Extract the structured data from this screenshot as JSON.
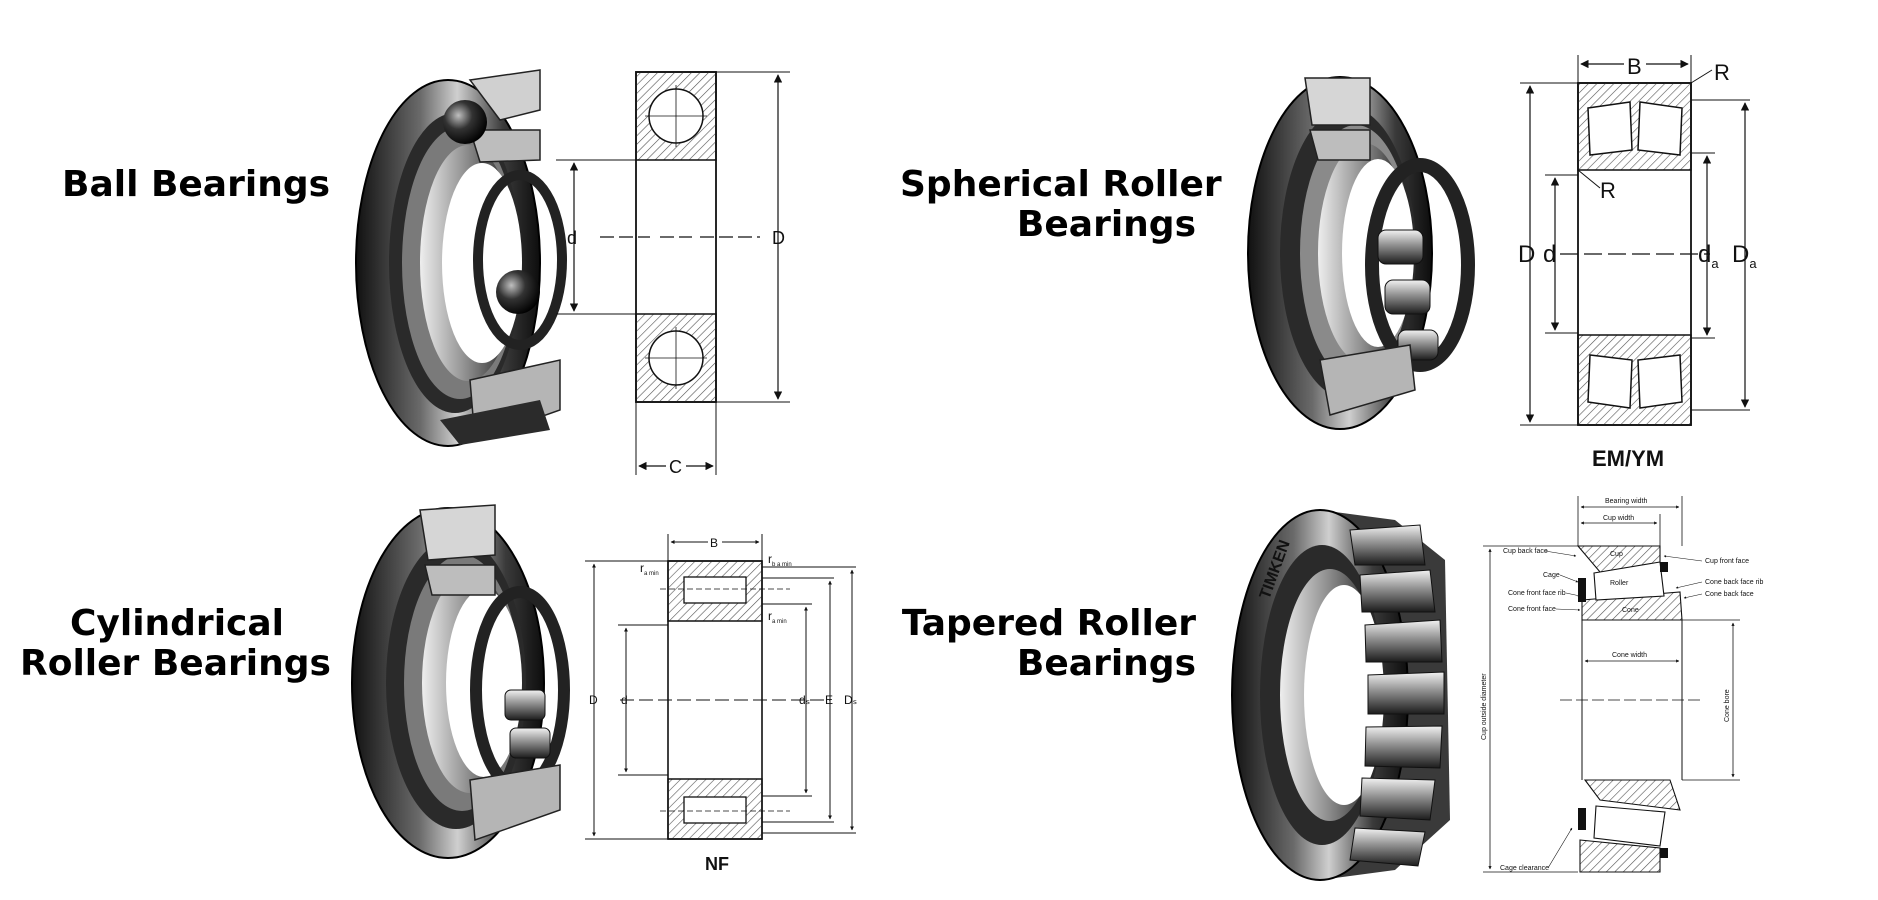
{
  "quadrants": {
    "ball": {
      "title_lines": [
        "Ball Bearings"
      ],
      "dims": {
        "bore": "d",
        "outer": "D",
        "width": "C"
      }
    },
    "spherical": {
      "title_lines": [
        "Spherical Roller",
        "Bearings"
      ],
      "dims": {
        "width": "B",
        "radius": "R",
        "outer": "D",
        "bore": "d",
        "da_main": "d",
        "da_sub": "a",
        "Da_main": "D",
        "Da_sub": "a"
      },
      "caption": "EM/YM"
    },
    "cylindrical": {
      "title_lines": [
        "Cylindrical",
        "Roller Bearings"
      ],
      "dims": {
        "width": "B",
        "outer": "D",
        "bore": "d",
        "E": "E",
        "ds": "dₛ",
        "Ds": "Dₛ",
        "ramin": "r",
        "ramin_sub": "a min",
        "rbmin": "r",
        "rbmin_sub": "b a min"
      },
      "caption": "NF"
    },
    "tapered": {
      "title_lines": [
        "Tapered Roller",
        "Bearings"
      ],
      "brand": "TIMKEN",
      "labels": {
        "bearing_width": "Bearing width",
        "cup_width": "Cup width",
        "cup_back_face": "Cup back face",
        "cup": "Cup",
        "cup_front_face": "Cup front face",
        "cage": "Cage",
        "roller": "Roller",
        "cone_back_face_rib": "Cone back face rib",
        "cone_front_face_rib": "Cone front face rib",
        "cone_back_face": "Cone back face",
        "cone_front_face": "Cone front face",
        "cone": "Cone",
        "cone_width": "Cone width",
        "cup_outside_diameter": "Cup outside diameter",
        "cone_bore": "Cone bore",
        "cage_clearance": "Cage clearance"
      }
    }
  },
  "colors": {
    "ink": "#111111",
    "steel_dark": "#1a1a1a",
    "steel_mid": "#6b6b6b",
    "steel_light": "#d9d9d9",
    "hatch": "#555555"
  }
}
